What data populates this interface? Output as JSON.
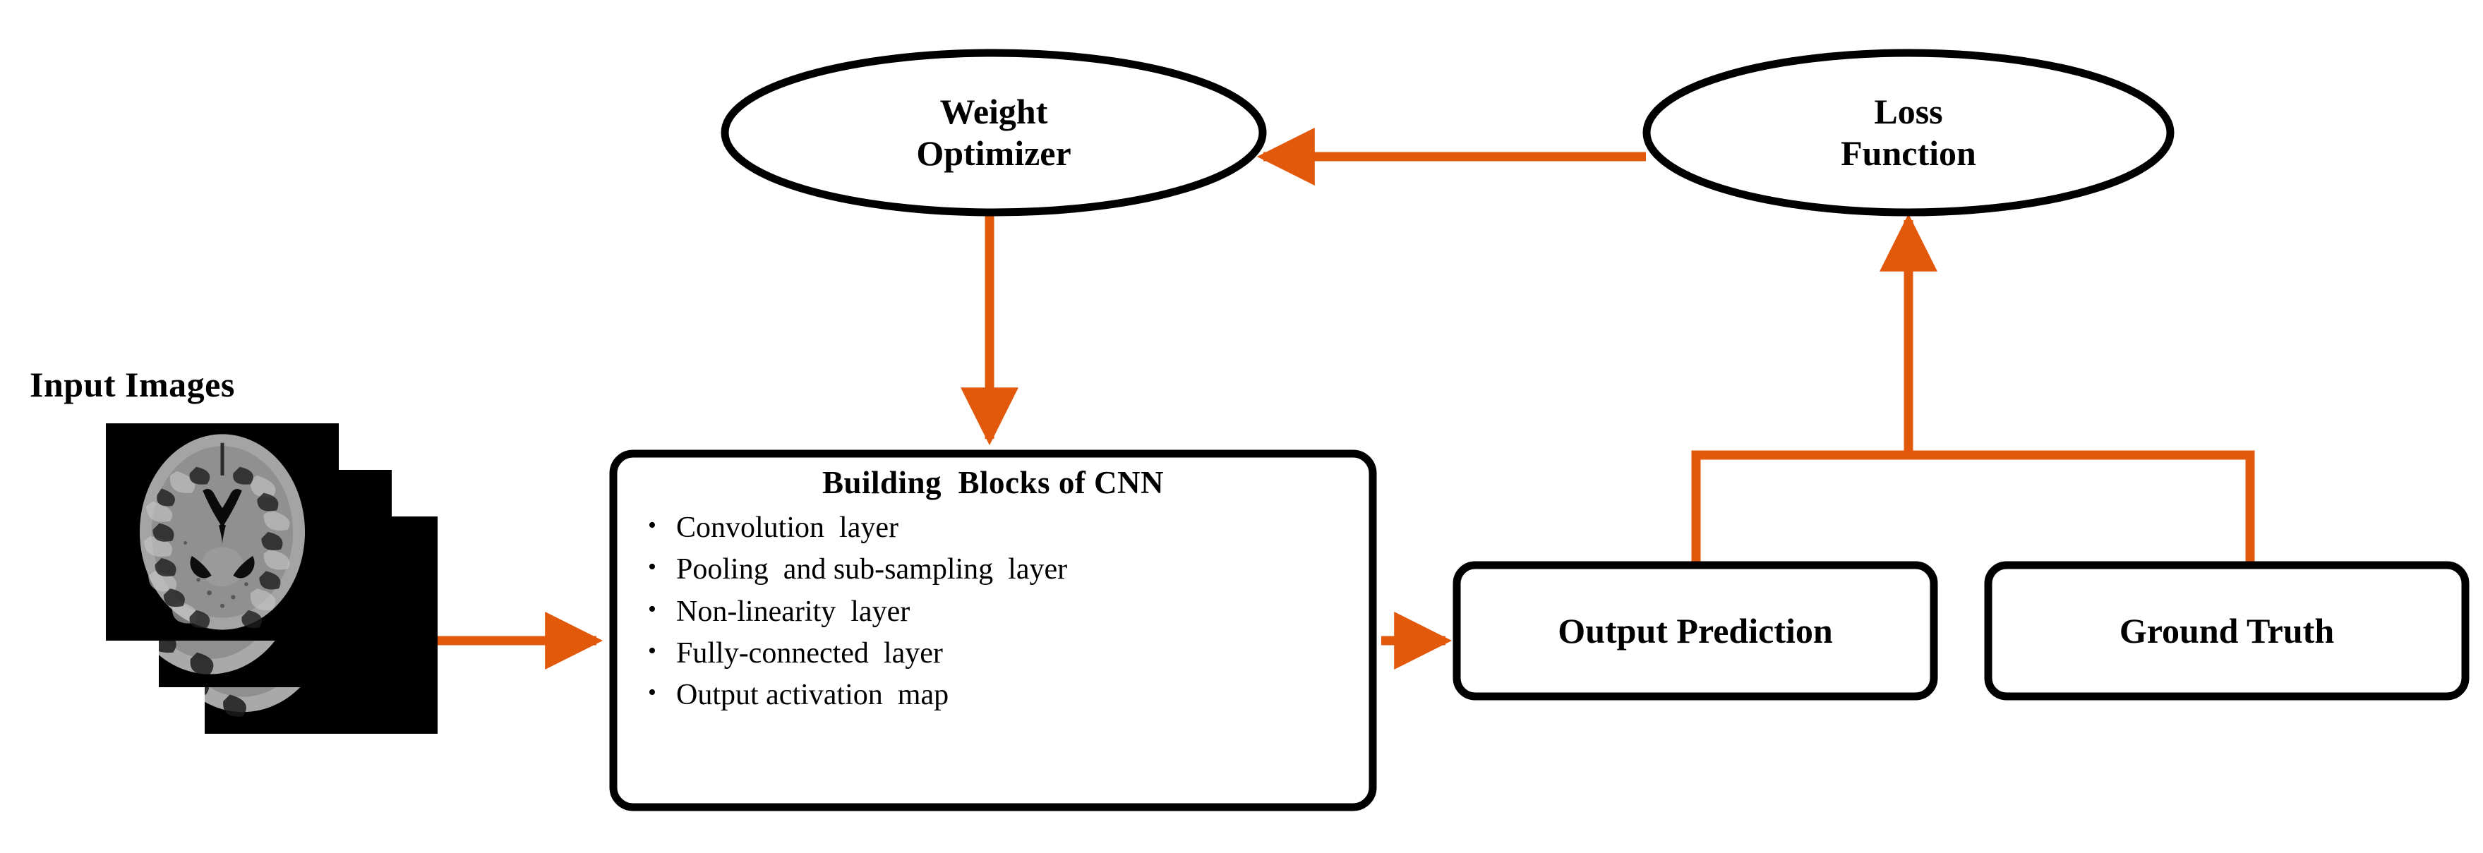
{
  "diagram": {
    "type": "cnn-training-pipeline-flowchart",
    "accent_color": "#E2590B",
    "stroke_color": "#000000",
    "background": "#ffffff"
  },
  "input": {
    "label": "Input Images",
    "image_kind": "brain-mri-slice-stack",
    "slice_count": 3
  },
  "cnn": {
    "title": "Building  Blocks of CNN",
    "bullets": [
      "Convolution  layer",
      "Pooling  and sub-sampling  layer",
      "Non-linearity  layer",
      "Fully-connected  layer",
      "Output activation  map"
    ]
  },
  "nodes": {
    "weight_optimizer": {
      "line1": "Weight",
      "line2": "Optimizer",
      "shape": "ellipse"
    },
    "loss_function": {
      "line1": "Loss",
      "line2": "Function",
      "shape": "ellipse"
    },
    "output_prediction": {
      "label": "Output Prediction",
      "shape": "rounded-rect"
    },
    "ground_truth": {
      "label": "Ground Truth",
      "shape": "rounded-rect"
    }
  },
  "edges": [
    {
      "name": "input-to-cnn",
      "from": "Input Images",
      "to": "Building Blocks of CNN",
      "direction": "right"
    },
    {
      "name": "cnn-to-output",
      "from": "Building Blocks of CNN",
      "to": "Output Prediction",
      "direction": "right"
    },
    {
      "name": "output-to-loss",
      "from": "Output Prediction",
      "to": "Loss Function",
      "direction": "up"
    },
    {
      "name": "groundtruth-to-loss",
      "from": "Ground Truth",
      "to": "Loss Function",
      "direction": "up"
    },
    {
      "name": "loss-to-weight-optimizer",
      "from": "Loss Function",
      "to": "Weight Optimizer",
      "direction": "left"
    },
    {
      "name": "weight-optimizer-to-cnn",
      "from": "Weight Optimizer",
      "to": "Building Blocks of CNN",
      "direction": "down"
    }
  ]
}
